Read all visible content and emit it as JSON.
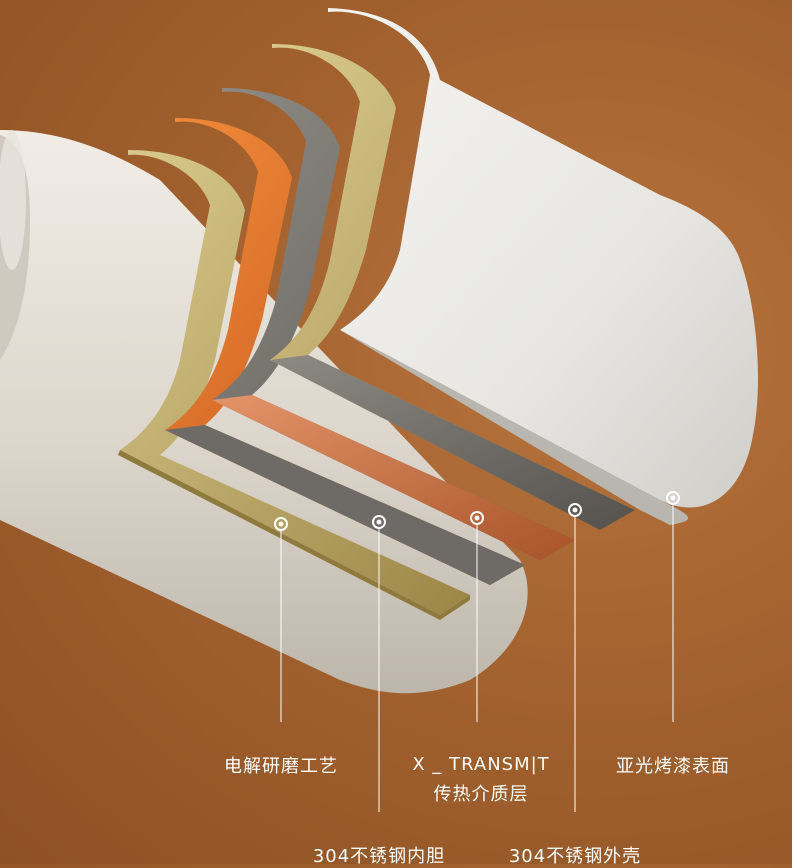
{
  "labels": {
    "electrolytic": "电解研磨工艺",
    "transmit_name": "X _ TRANSM|T",
    "transmit_desc": "传热介质层",
    "matte_paint": "亚光烤漆表面",
    "inner_liner": "304不锈钢内胆",
    "outer_shell": "304不锈钢外壳"
  },
  "colors": {
    "background": "#a3622f",
    "bottle_body": "#e4dfd6",
    "layer_gold": "#bfa860",
    "layer_orange": "#d4621e",
    "layer_steel": "#6e6b66",
    "layer_copper": "#c46a3a",
    "layer_white": "#ecebe7",
    "callout": "#ffffff"
  }
}
